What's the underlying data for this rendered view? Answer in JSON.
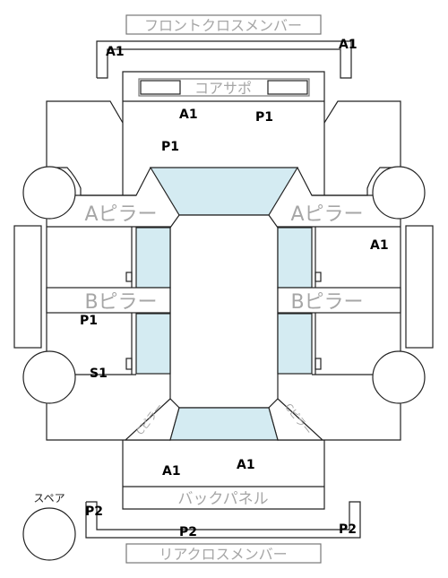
{
  "parts": {
    "front_cross_member": "フロントクロスメンバー",
    "core_support": "コアサポ",
    "a_pillar_left": "Aピラー",
    "a_pillar_right": "Aピラー",
    "b_pillar_left": "Bピラー",
    "b_pillar_right": "Bピラー",
    "c_pillar_left": "Cピラー",
    "c_pillar_right": "Cピラー",
    "back_panel": "バックパネル",
    "rear_cross_member": "リアクロスメンバー",
    "spare": "スペア"
  },
  "marks": {
    "front_member_left": "A1",
    "front_member_right": "A1",
    "core_left": "A1",
    "core_right": "P1",
    "front_left": "P1",
    "right_side": "A1",
    "left_side": "P1",
    "left_sill": "S1",
    "rear_left": "A1",
    "rear_right": "A1",
    "spare_side": "P2",
    "rear_bottom": "P2",
    "rear_right_corner": "P2"
  },
  "colors": {
    "glass": "#d4ebf2",
    "label_gray": "#a6a6a6",
    "outline": "#222222"
  }
}
